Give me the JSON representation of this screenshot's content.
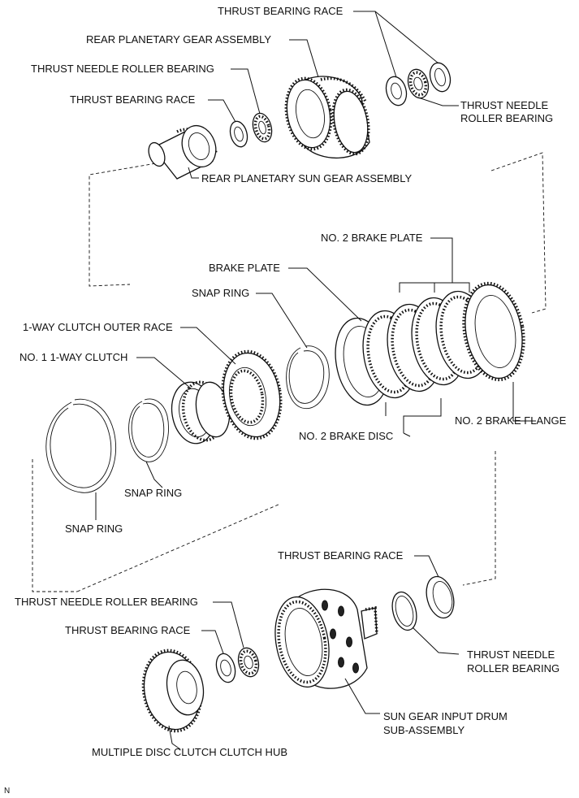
{
  "labels": {
    "thrust_bearing_race_top": "THRUST BEARING RACE",
    "rear_planetary_gear_assembly": "REAR PLANETARY GEAR ASSEMBLY",
    "thrust_needle_roller_bearing_upper": "THRUST NEEDLE ROLLER BEARING",
    "thrust_bearing_race_upper_left": "THRUST BEARING RACE",
    "thrust_needle_top_right_1": "THRUST NEEDLE",
    "thrust_needle_top_right_2": "ROLLER BEARING",
    "rear_planetary_sun_gear_assembly": "REAR PLANETARY SUN GEAR ASSEMBLY",
    "no2_brake_plate": "NO. 2 BRAKE PLATE",
    "brake_plate": "BRAKE PLATE",
    "snap_ring_mid": "SNAP RING",
    "one_way_clutch_outer_race": "1-WAY CLUTCH OUTER RACE",
    "no1_one_way_clutch": "NO. 1 1-WAY CLUTCH",
    "no2_brake_flange": "NO. 2 BRAKE FLANGE",
    "no2_brake_disc": "NO. 2 BRAKE DISC",
    "snap_ring_small": "SNAP RING",
    "snap_ring_large": "SNAP RING",
    "thrust_bearing_race_lower_right": "THRUST BEARING RACE",
    "thrust_needle_roller_bearing_lower_left": "THRUST NEEDLE ROLLER BEARING",
    "thrust_bearing_race_lower_left": "THRUST BEARING RACE",
    "thrust_needle_lower_right_1": "THRUST NEEDLE",
    "thrust_needle_lower_right_2": "ROLLER BEARING",
    "sun_gear_input_drum_1": "SUN GEAR INPUT DRUM",
    "sun_gear_input_drum_2": "SUB-ASSEMBLY",
    "multiple_disc_clutch_hub": "MULTIPLE DISC CLUTCH CLUTCH HUB",
    "corner_mark": "N"
  }
}
